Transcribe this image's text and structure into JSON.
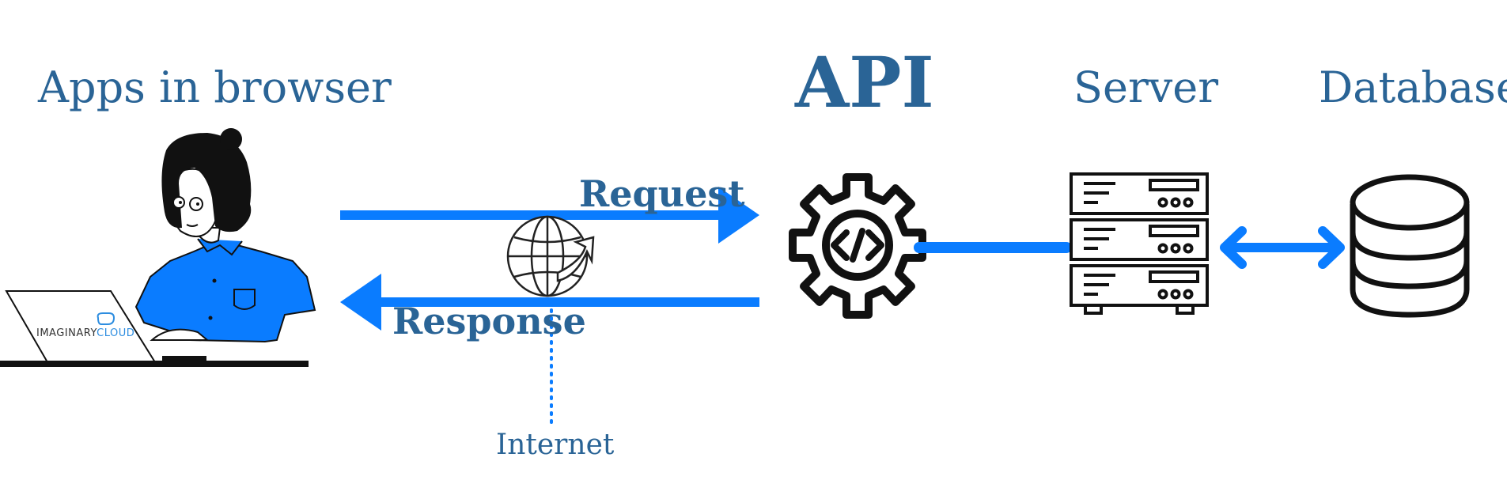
{
  "labels": {
    "apps": "Apps in browser",
    "api": "API",
    "server": "Server",
    "database": "Database",
    "request": "Request",
    "response": "Response",
    "internet": "Internet"
  },
  "logo": {
    "part1": "IMAGINARY",
    "part2": "CLOUD"
  },
  "colors": {
    "accent_blue": "#0a7cff",
    "label_blue": "#2a6496",
    "ink": "#111111"
  },
  "icons": [
    "person-at-laptop-icon",
    "globe-icon",
    "api-gear-icon",
    "server-rack-icon",
    "database-icon"
  ]
}
